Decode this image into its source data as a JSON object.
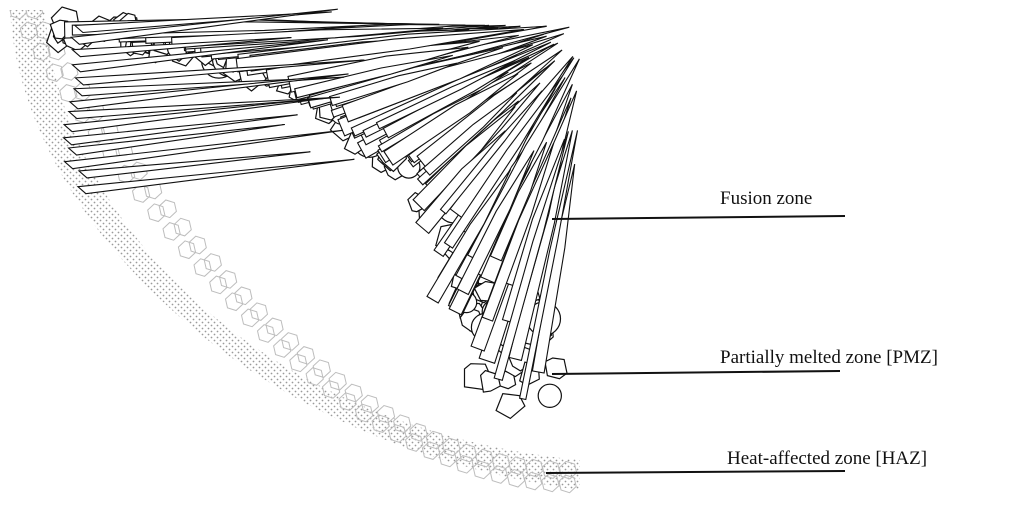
{
  "labels": {
    "fusion_zone": "Fusion zone",
    "partially_melted_zone": "Partially  melted  zone [PMZ]",
    "heat_affected_zone": "Heat-affected  zone [HAZ]"
  },
  "colors": {
    "ink": "#111111",
    "stipple": "#9a9a9a",
    "background": "#ffffff"
  }
}
